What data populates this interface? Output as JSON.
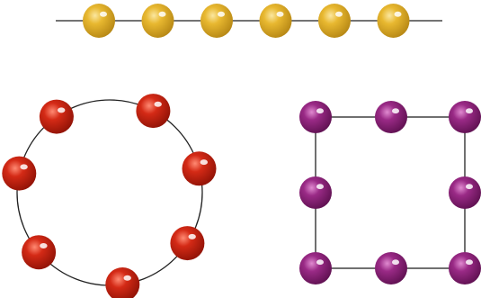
{
  "figures": [
    {
      "id": "bead-string",
      "shape": "line",
      "bead_count": 6,
      "bead_color": "#e8b830",
      "bead_highlight": "#fbe7a0",
      "bead_shadow": "#b58614"
    },
    {
      "id": "bead-circle",
      "shape": "circle",
      "bead_count": 7,
      "bead_color": "#d42a16",
      "bead_highlight": "#ff8a73",
      "bead_shadow": "#8f1206"
    },
    {
      "id": "bead-square",
      "shape": "square",
      "bead_count": 8,
      "bead_color": "#9a2a86",
      "bead_highlight": "#e08ad0",
      "bead_shadow": "#5e1050"
    }
  ],
  "string_color": "#222222"
}
